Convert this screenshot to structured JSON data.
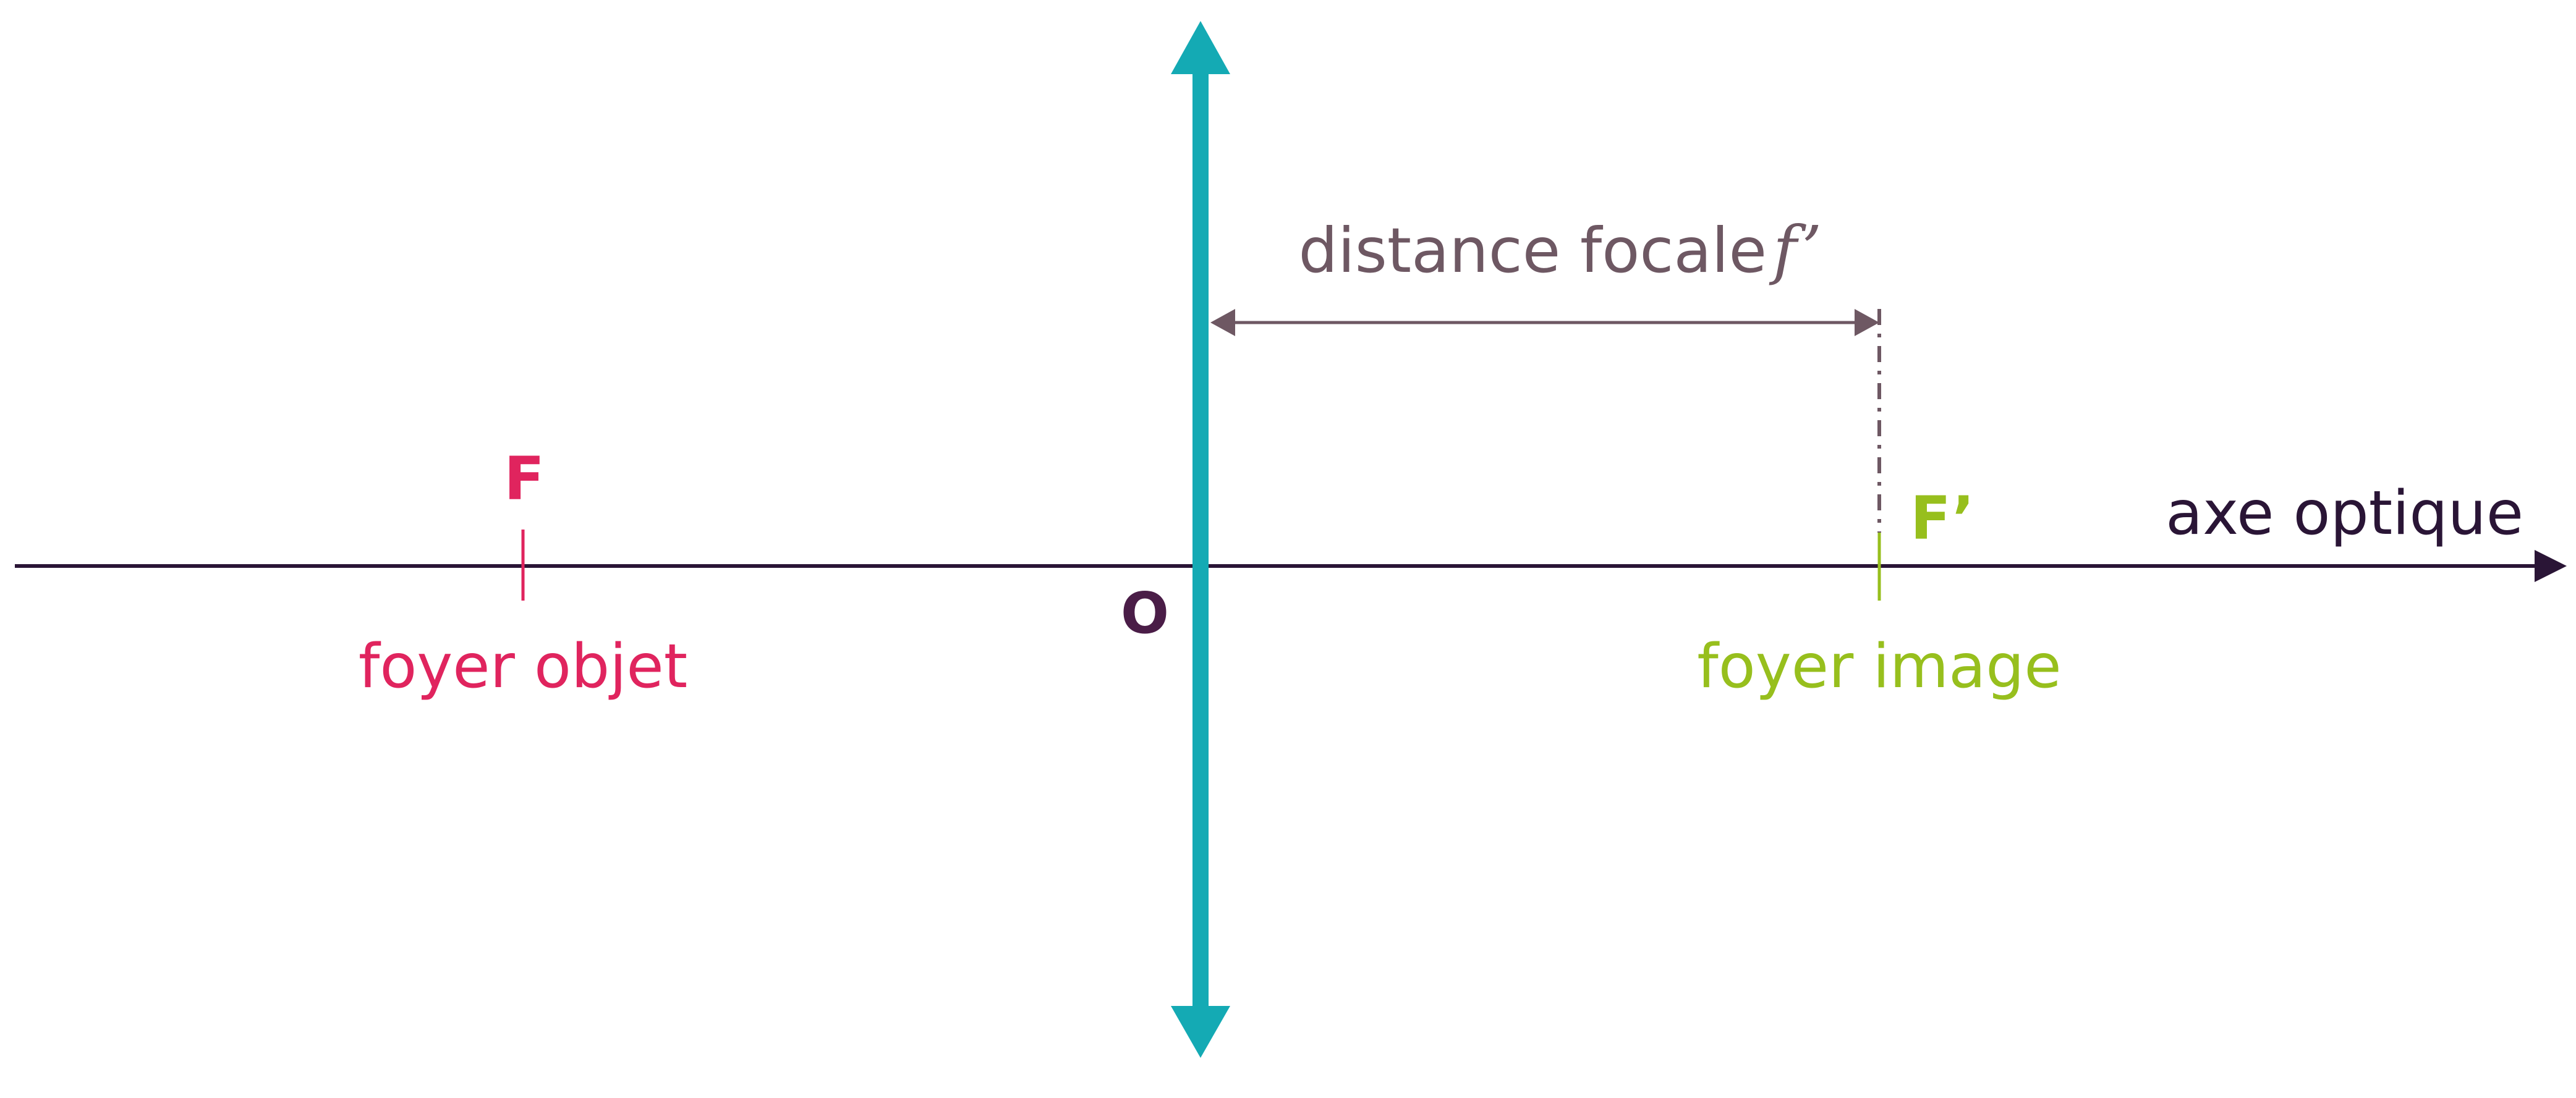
{
  "colors": {
    "axis": "#2a1536",
    "lens": "#14aab4",
    "object_focus": "#e0245e",
    "image_focus": "#97bf1d",
    "focal_distance": "#6e5863",
    "center": "#4a1d47"
  },
  "axis": {
    "label": "axe optique"
  },
  "lens": {
    "center_label": "O"
  },
  "object_focus": {
    "label": "F",
    "caption": "foyer objet"
  },
  "image_focus": {
    "label": "F’",
    "caption": "foyer image"
  },
  "focal_distance": {
    "label": "distance focale",
    "symbol": "f’"
  }
}
